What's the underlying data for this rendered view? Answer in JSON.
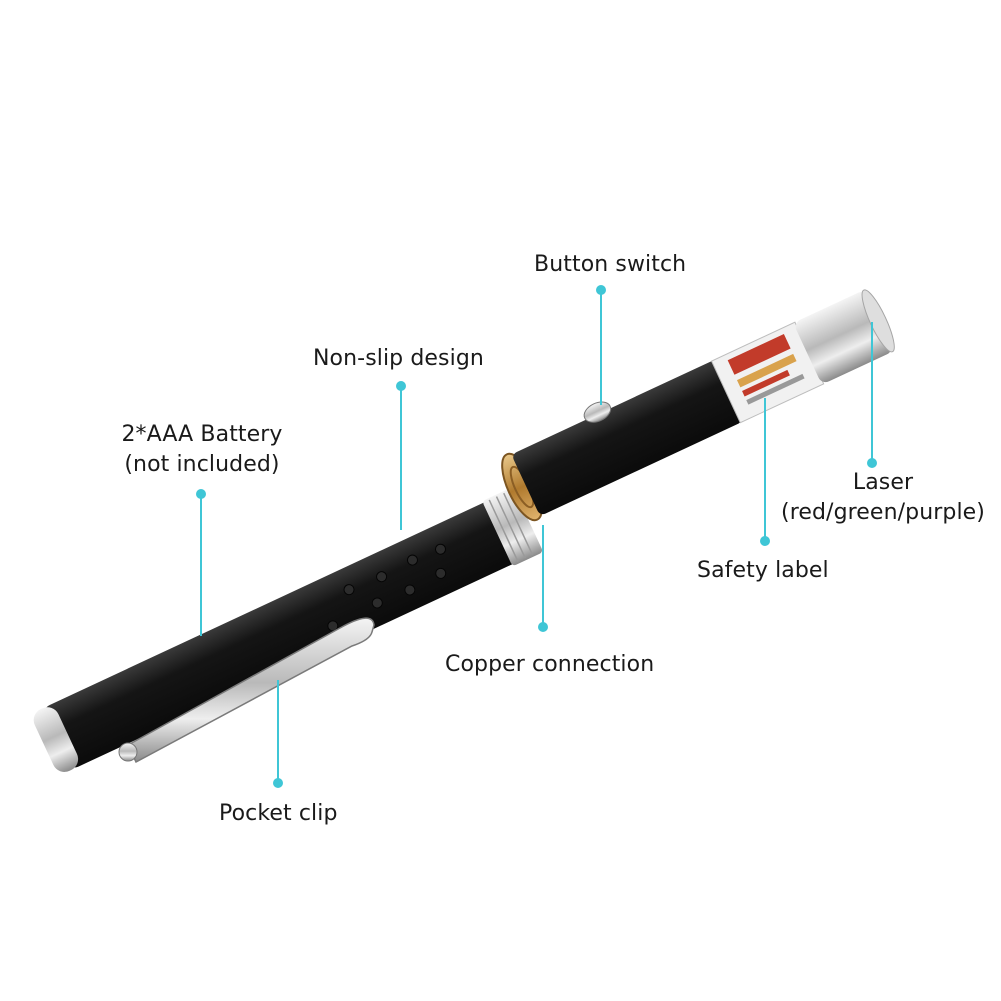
{
  "diagram": {
    "labels": {
      "button_switch": "Button switch",
      "non_slip": "Non-slip design",
      "battery_line1": "2*AAA Battery",
      "battery_line2": "(not included)",
      "laser_line1": "Laser",
      "laser_line2": "(red/green/purple)",
      "safety_label": "Safety label",
      "copper_connection": "Copper connection",
      "pocket_clip": "Pocket clip"
    },
    "colors": {
      "leader": "#3fc6d6",
      "pen_body": "#161616",
      "chrome": "#d6d6d6",
      "text": "#1a1a1a"
    },
    "icons": [
      "laser-pointer-illustration"
    ]
  }
}
